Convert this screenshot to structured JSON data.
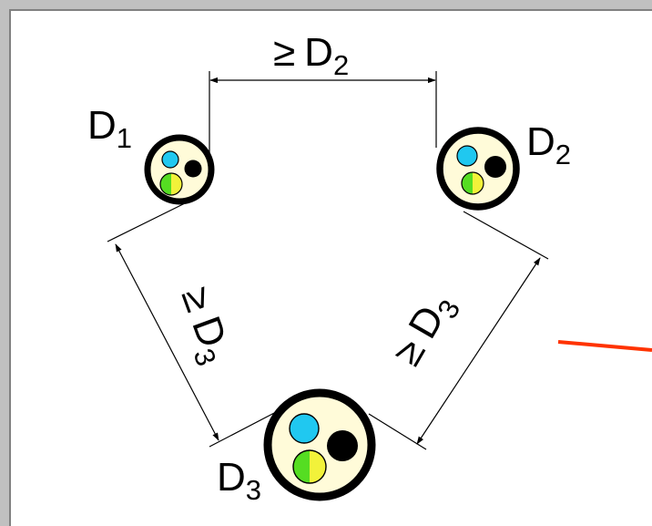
{
  "colors": {
    "background": "#c0c0c0",
    "canvas": "#ffffff",
    "cable_fill": "#fffbd9",
    "cable_border": "#000000",
    "core_blue": "#20c8f0",
    "core_black": "#000000",
    "core_green": "#55dd22",
    "core_yellow": "#f2f23a",
    "red_line": "#ff3300"
  },
  "cables": [
    {
      "name": "D",
      "sub": "1",
      "cores": [
        "blue",
        "black",
        "green-yellow"
      ]
    },
    {
      "name": "D",
      "sub": "2",
      "cores": [
        "blue",
        "black",
        "green-yellow"
      ]
    },
    {
      "name": "D",
      "sub": "3",
      "cores": [
        "blue",
        "black",
        "green-yellow"
      ]
    }
  ],
  "dimensions": {
    "top": {
      "symbol": "≥",
      "var": "D",
      "sub": "2"
    },
    "left": {
      "symbol": "≥",
      "var": "D",
      "sub": "3"
    },
    "right": {
      "symbol": "≥",
      "var": "D",
      "sub": "3"
    }
  }
}
